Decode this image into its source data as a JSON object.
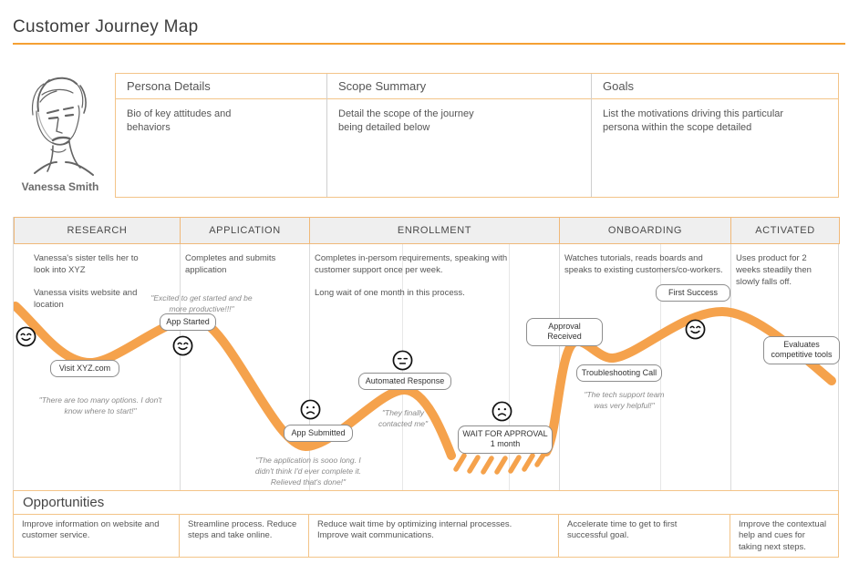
{
  "title": "Customer Journey Map",
  "persona": {
    "name": "Vanessa Smith",
    "cards": [
      {
        "header": "Persona Details",
        "body": "Bio of key attitudes and\nbehaviors"
      },
      {
        "header": "Scope Summary",
        "body": "Detail the scope of the journey\nbeing detailed below"
      },
      {
        "header": "Goals",
        "body": "List the motivations driving this particular\npersona within the scope detailed"
      }
    ]
  },
  "stages": [
    {
      "label": "RESEARCH",
      "description": "Vanessa's sister tells her to\nlook into XYZ\n\nVanessa visits website and\nlocation"
    },
    {
      "label": "APPLICATION",
      "description": "Completes and submits\napplication"
    },
    {
      "label": "ENROLLMENT",
      "description": "Completes in-persom requirements, speaking with\ncustomer support once per week.\n\nLong wait of one month in this process."
    },
    {
      "label": "ONBOARDING",
      "description": "Watches tutorials, reads boards and\nspeaks to existing customers/co-workers."
    },
    {
      "label": "ACTIVATED",
      "description": "Uses product for 2\nweeks steadily then\nslowly falls off."
    }
  ],
  "journey": {
    "touchpoints": [
      {
        "label": "Visit XYZ.com"
      },
      {
        "label": "App Started"
      },
      {
        "label": "App Submitted"
      },
      {
        "label": "Automated Response"
      },
      {
        "label": "WAIT FOR APPROVAL\n1 month"
      },
      {
        "label": "Approval Received"
      },
      {
        "label": "Troubleshooting Call"
      },
      {
        "label": "First Success"
      },
      {
        "label": "Evaluates\ncompetitive tools"
      }
    ],
    "quotes": [
      {
        "text": "\"Excited to get started and be\nmore productive!!!\""
      },
      {
        "text": "\"There are too many options. I don't\nknow where to start!\""
      },
      {
        "text": "\"The application is sooo long. I\ndidn't think I'd ever complete it.\nRelieved that's done!\""
      },
      {
        "text": "\"They finally\ncontacted me\""
      },
      {
        "text": "\"The tech support team\nwas very helpful!\""
      }
    ],
    "faces": [
      {
        "mood": "happy"
      },
      {
        "mood": "happy"
      },
      {
        "mood": "sad"
      },
      {
        "mood": "neutral"
      },
      {
        "mood": "sad"
      },
      {
        "mood": "happy"
      }
    ]
  },
  "opportunities": {
    "header": "Opportunities",
    "items": [
      "Improve information on website and\ncustomer service.",
      "Streamline process. Reduce\nsteps and take online.",
      "Reduce wait time by optimizing internal processes.\nImprove wait communications.",
      "Accelerate time to get to first\nsuccessful goal.",
      "Improve the contextual\nhelp and cues for\ntaking next steps."
    ]
  },
  "colors": {
    "accent": "#F5A033",
    "curve": "#F5A24C",
    "table_border": "#F3C488",
    "header_bg": "#EFEFEF"
  }
}
